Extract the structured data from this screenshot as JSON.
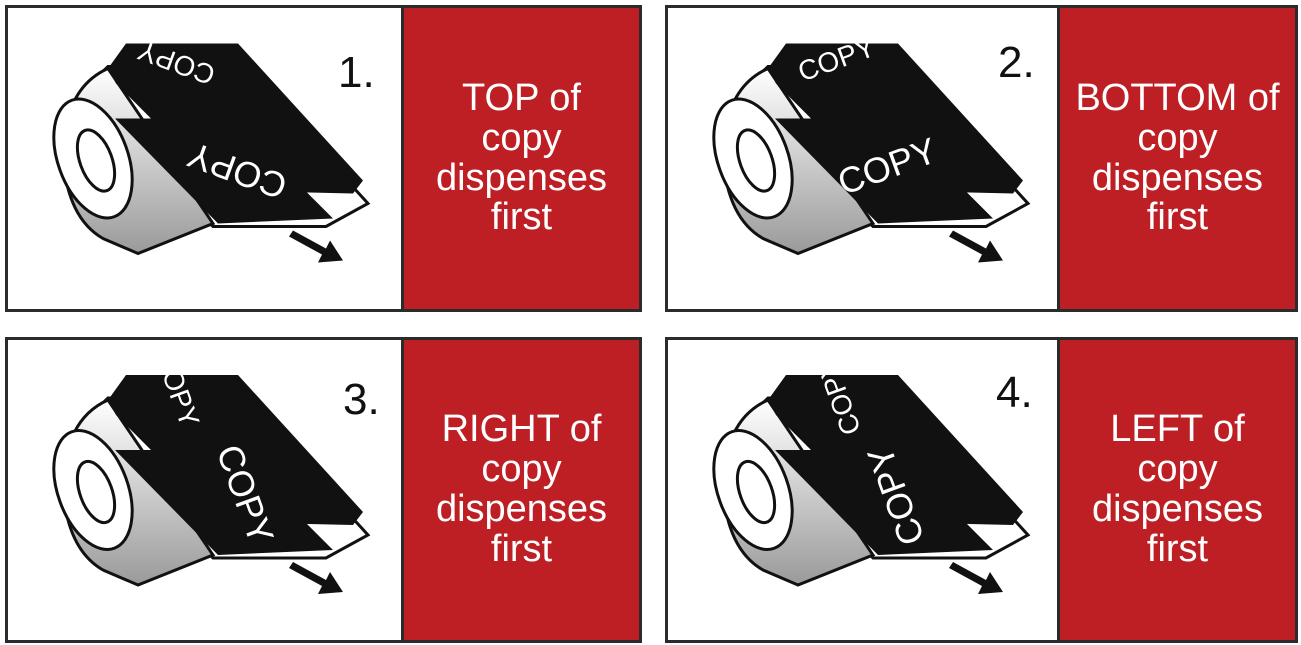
{
  "colors": {
    "label_bg": "#bd1f24",
    "label_text": "#ffffff",
    "label_dark": "#111111"
  },
  "panels": [
    {
      "number": "1.",
      "label": "TOP of\ncopy\ndispenses\nfirst",
      "copy_text": "COPY",
      "icon": "label-roll-icon"
    },
    {
      "number": "2.",
      "label": "BOTTOM of\ncopy\ndispenses\nfirst",
      "copy_text": "COPY",
      "icon": "label-roll-icon"
    },
    {
      "number": "3.",
      "label": "RIGHT of\ncopy\ndispenses\nfirst",
      "copy_text": "COPY",
      "icon": "label-roll-icon"
    },
    {
      "number": "4.",
      "label": "LEFT of\ncopy\ndispenses\nfirst",
      "copy_text": "COPY",
      "icon": "label-roll-icon"
    }
  ]
}
